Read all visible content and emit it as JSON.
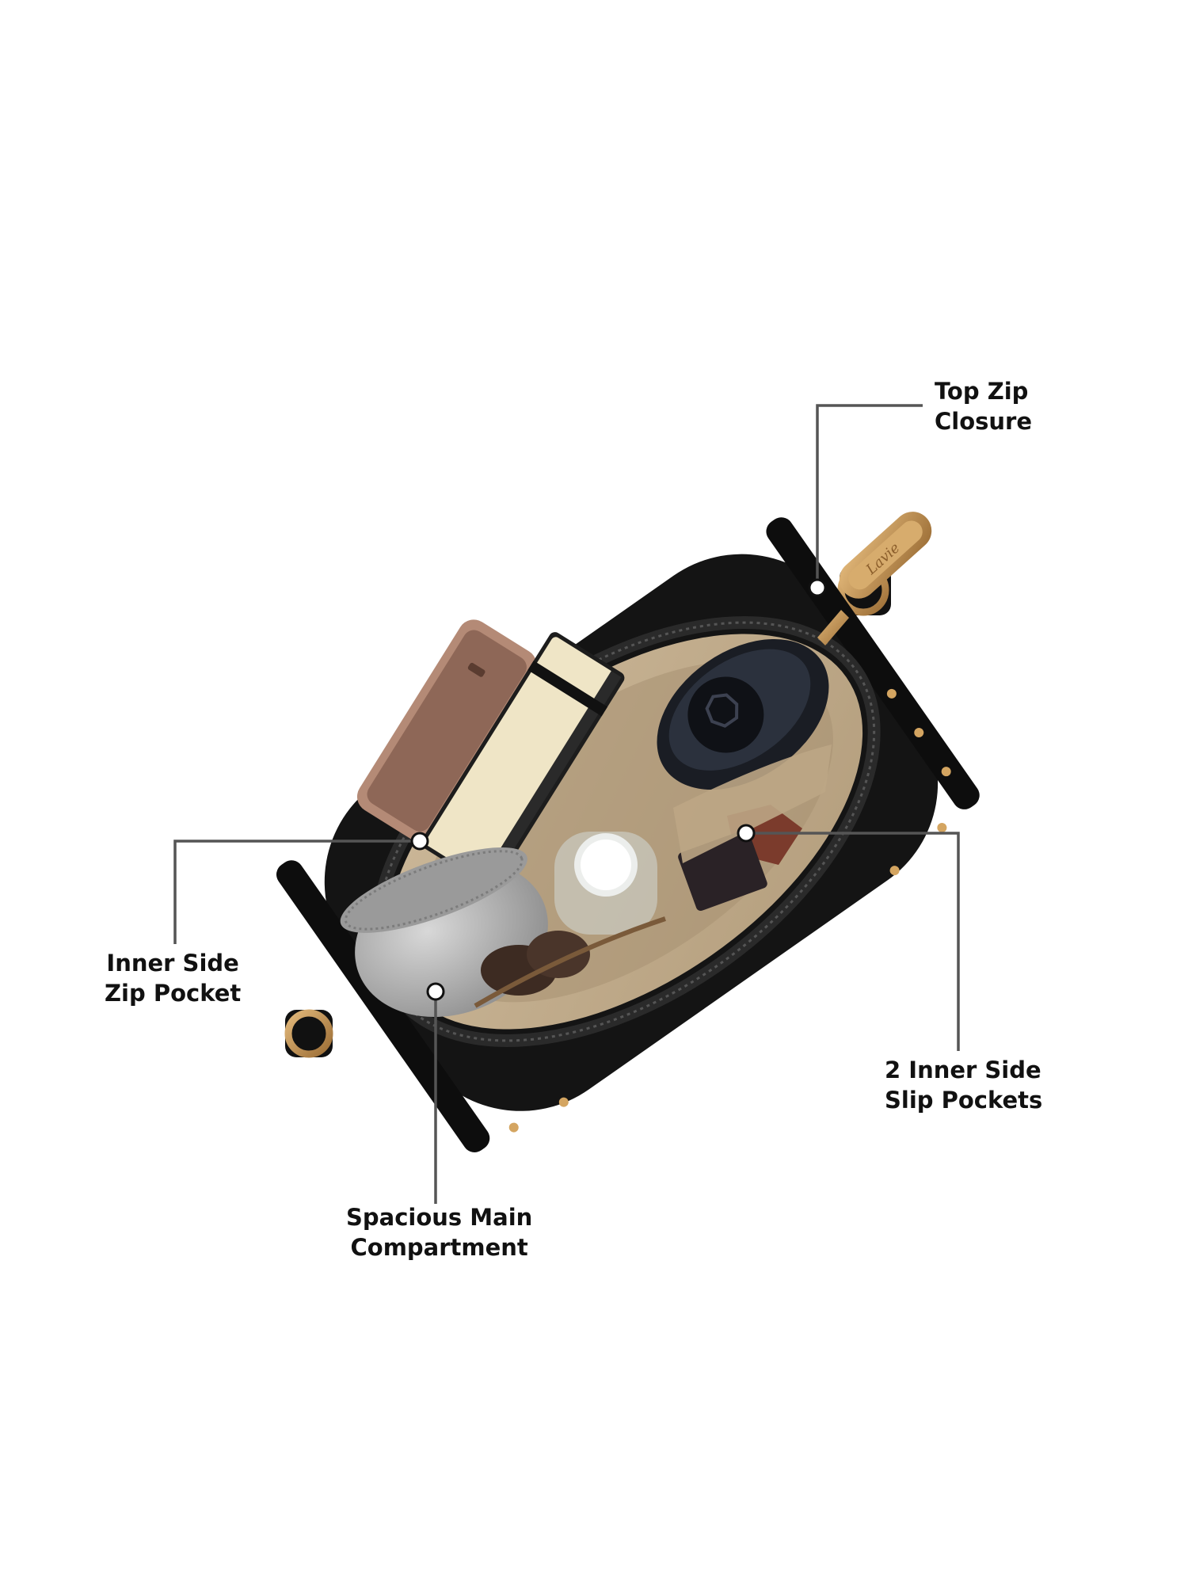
{
  "colors": {
    "background": "#ffffff",
    "leader_line": "#555555",
    "bag_exterior": "#141414",
    "bag_lining": "#c8b393",
    "hardware_gold": "#c9975a",
    "label_text": "#111111"
  },
  "callouts": [
    {
      "id": "top-zip-closure",
      "lines": [
        "Top Zip",
        "Closure"
      ]
    },
    {
      "id": "inner-side-zip-pocket",
      "lines": [
        "Inner Side",
        "Zip Pocket"
      ]
    },
    {
      "id": "spacious-main-compartment",
      "lines": [
        "Spacious Main",
        "Compartment"
      ]
    },
    {
      "id": "inner-side-slip-pockets",
      "lines": [
        "2 Inner Side",
        "Slip Pockets"
      ]
    }
  ]
}
